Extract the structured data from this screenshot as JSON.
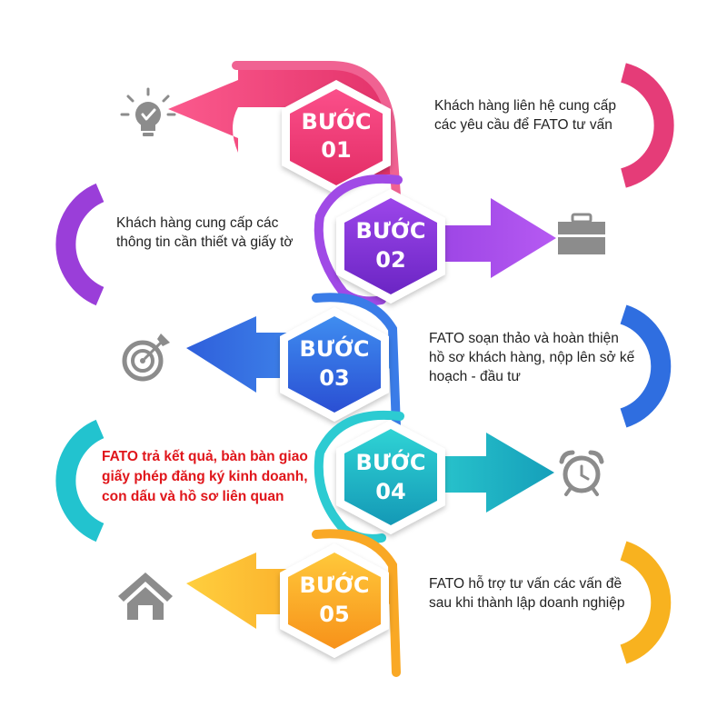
{
  "steps": [
    {
      "label": "BƯỚC",
      "number": "01",
      "text": "Khách hàng liên hệ cung cấp các yêu cầu để FATO tư vấn",
      "icon": "lightbulb-check-icon",
      "color_a": "#f43f7f",
      "color_b": "#e3326a"
    },
    {
      "label": "BƯỚC",
      "number": "02",
      "text": "Khách hàng cung cấp các thông tin cần thiết và giấy tờ",
      "icon": "briefcase-icon",
      "color_a": "#b74ff0",
      "color_b": "#7c30cf"
    },
    {
      "label": "BƯỚC",
      "number": "03",
      "text": "FATO soạn thảo và hoàn thiện hồ sơ khách hàng, nộp lên sở kế hoạch - đầu tư",
      "icon": "target-icon",
      "color_a": "#4a9bf3",
      "color_b": "#2a56d6"
    },
    {
      "label": "BƯỚC",
      "number": "04",
      "text": "FATO trả kết quả, bàn bàn giao giấy phép đăng ký kinh doanh, con dấu và hồ sơ liên quan",
      "icon": "alarm-clock-icon",
      "color_a": "#2fd5d6",
      "color_b": "#16a6bd"
    },
    {
      "label": "BƯỚC",
      "number": "05",
      "text": "FATO hỗ trợ tư vấn các vấn đề sau khi thành lập doanh nghiệp",
      "icon": "house-icon",
      "color_a": "#ffcf3e",
      "color_b": "#f79a1c"
    }
  ],
  "colors": {
    "icon_gray": "#8c8c8c",
    "highlight_text": "#e0161b",
    "body_text": "#222222"
  }
}
